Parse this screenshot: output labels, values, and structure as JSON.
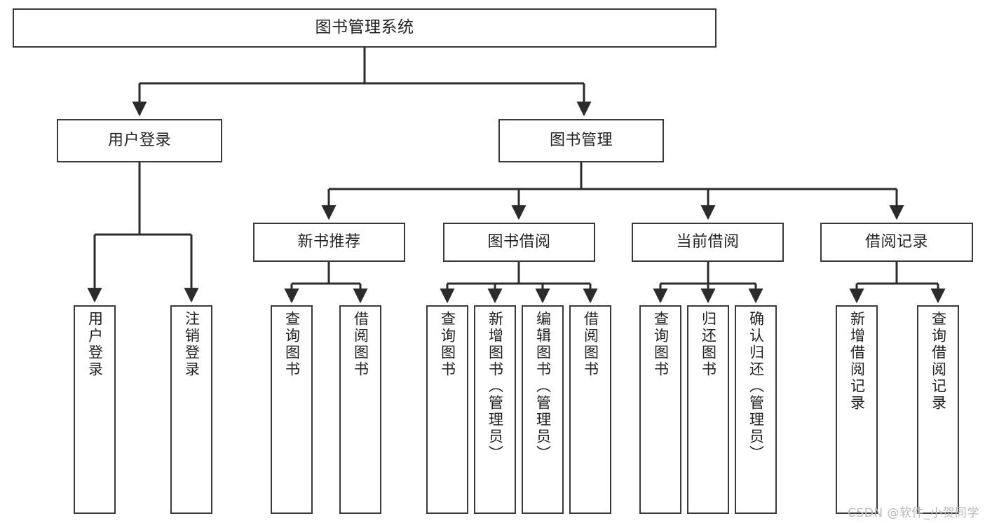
{
  "diagram": {
    "type": "tree-hierarchy",
    "title": "图书管理系统",
    "watermark": "CSDN @软件_小贺同学",
    "colors": {
      "box_border": "#3a3a3a",
      "box_fill": "#ffffff",
      "edge": "#2b2b2b",
      "text": "#222222",
      "watermark": "#b9b9b9"
    },
    "levels": {
      "root": {
        "label": "图书管理系统"
      },
      "level2": [
        {
          "label": "用户登录"
        },
        {
          "label": "图书管理"
        }
      ],
      "level3": [
        {
          "label": "新书推荐"
        },
        {
          "label": "图书借阅"
        },
        {
          "label": "当前借阅"
        },
        {
          "label": "借阅记录"
        }
      ],
      "leaves": [
        {
          "label": "用户登录",
          "parent": "用户登录"
        },
        {
          "label": "注销登录",
          "parent": "用户登录"
        },
        {
          "label": "查询图书",
          "parent": "新书推荐"
        },
        {
          "label": "借阅图书",
          "parent": "新书推荐"
        },
        {
          "label": "查询图书",
          "parent": "图书借阅"
        },
        {
          "label": "新增图书（管理员）",
          "parent": "图书借阅"
        },
        {
          "label": "编辑图书（管理员）",
          "parent": "图书借阅"
        },
        {
          "label": "借阅图书",
          "parent": "图书借阅"
        },
        {
          "label": "查询图书",
          "parent": "当前借阅"
        },
        {
          "label": "归还图书",
          "parent": "当前借阅"
        },
        {
          "label": "确认归还（管理员）",
          "parent": "当前借阅"
        },
        {
          "label": "新增借阅记录",
          "parent": "借阅记录"
        },
        {
          "label": "查询借阅记录",
          "parent": "借阅记录"
        }
      ]
    }
  }
}
